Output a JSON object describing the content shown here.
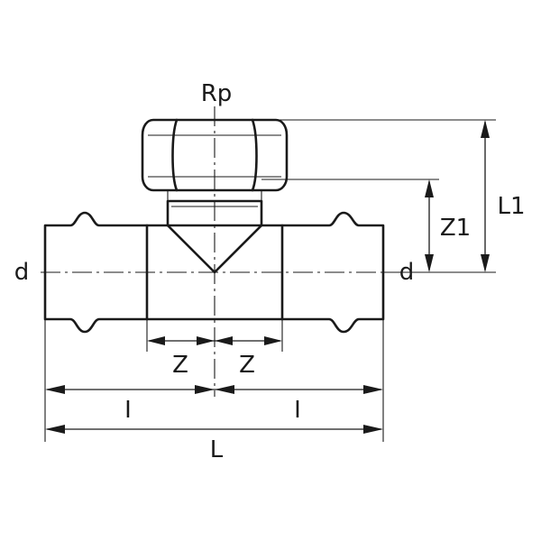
{
  "labels": {
    "thread": "Rp",
    "pipe_diameter_left": "d",
    "pipe_diameter_right": "d",
    "branch_height_total": "L1",
    "branch_height_center": "Z1",
    "center_offset_left": "Z",
    "center_offset_right": "Z",
    "insertion_left": "I",
    "insertion_right": "I",
    "overall_length": "L"
  }
}
